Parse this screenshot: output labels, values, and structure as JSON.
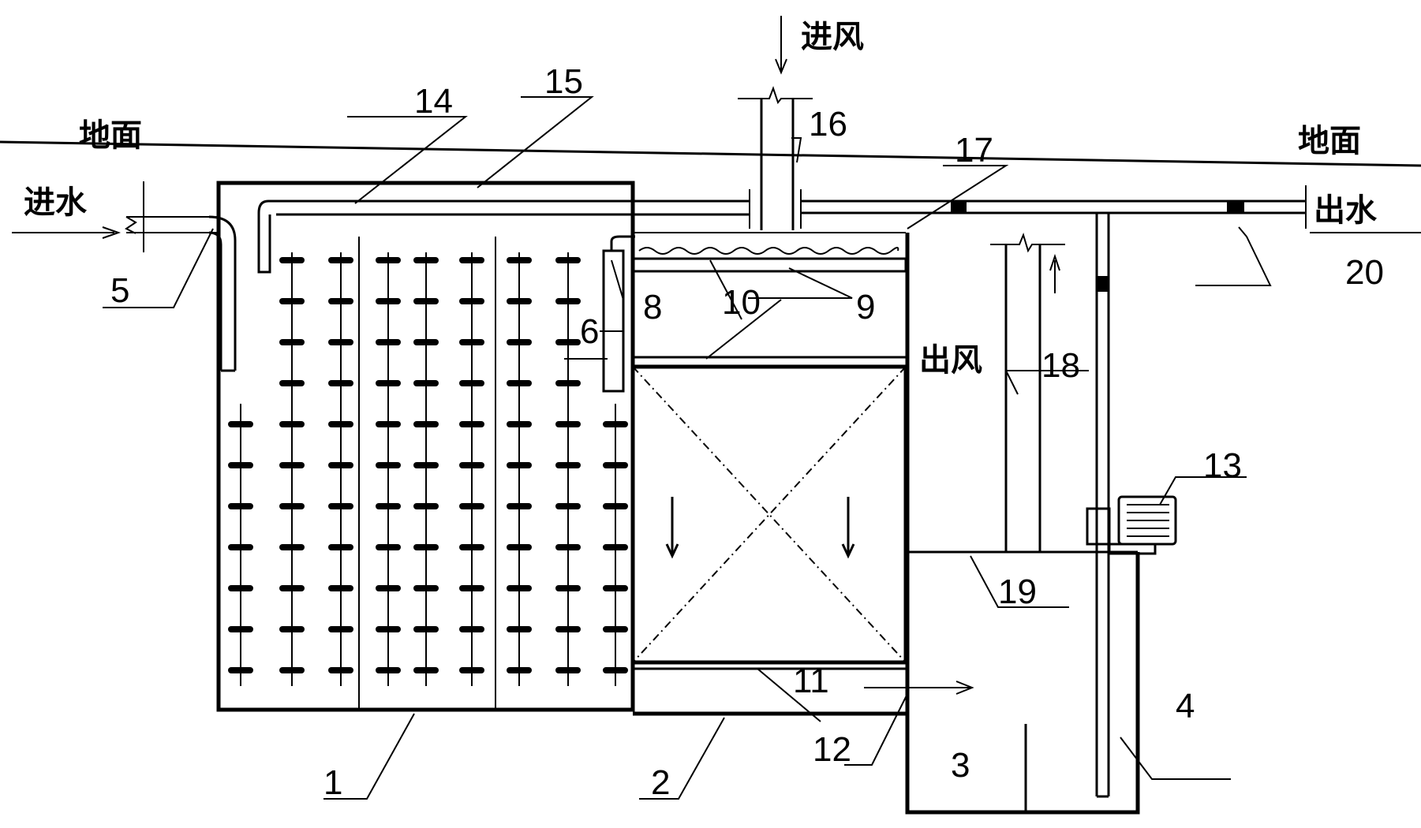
{
  "labels": {
    "ground_left": "地面",
    "ground_right": "地面",
    "inlet_water": "进水",
    "outlet_water": "出水",
    "inlet_air": "进风",
    "outlet_air": "出风"
  },
  "parts": {
    "p1": "1",
    "p2": "2",
    "p3": "3",
    "p4": "4",
    "p5": "5",
    "p6": "6",
    "p8": "8",
    "p9": "9",
    "p10": "10",
    "p11": "11",
    "p12": "12",
    "p13": "13",
    "p14": "14",
    "p15": "15",
    "p16": "16",
    "p17": "17",
    "p18": "18",
    "p19": "19",
    "p20": "20"
  }
}
